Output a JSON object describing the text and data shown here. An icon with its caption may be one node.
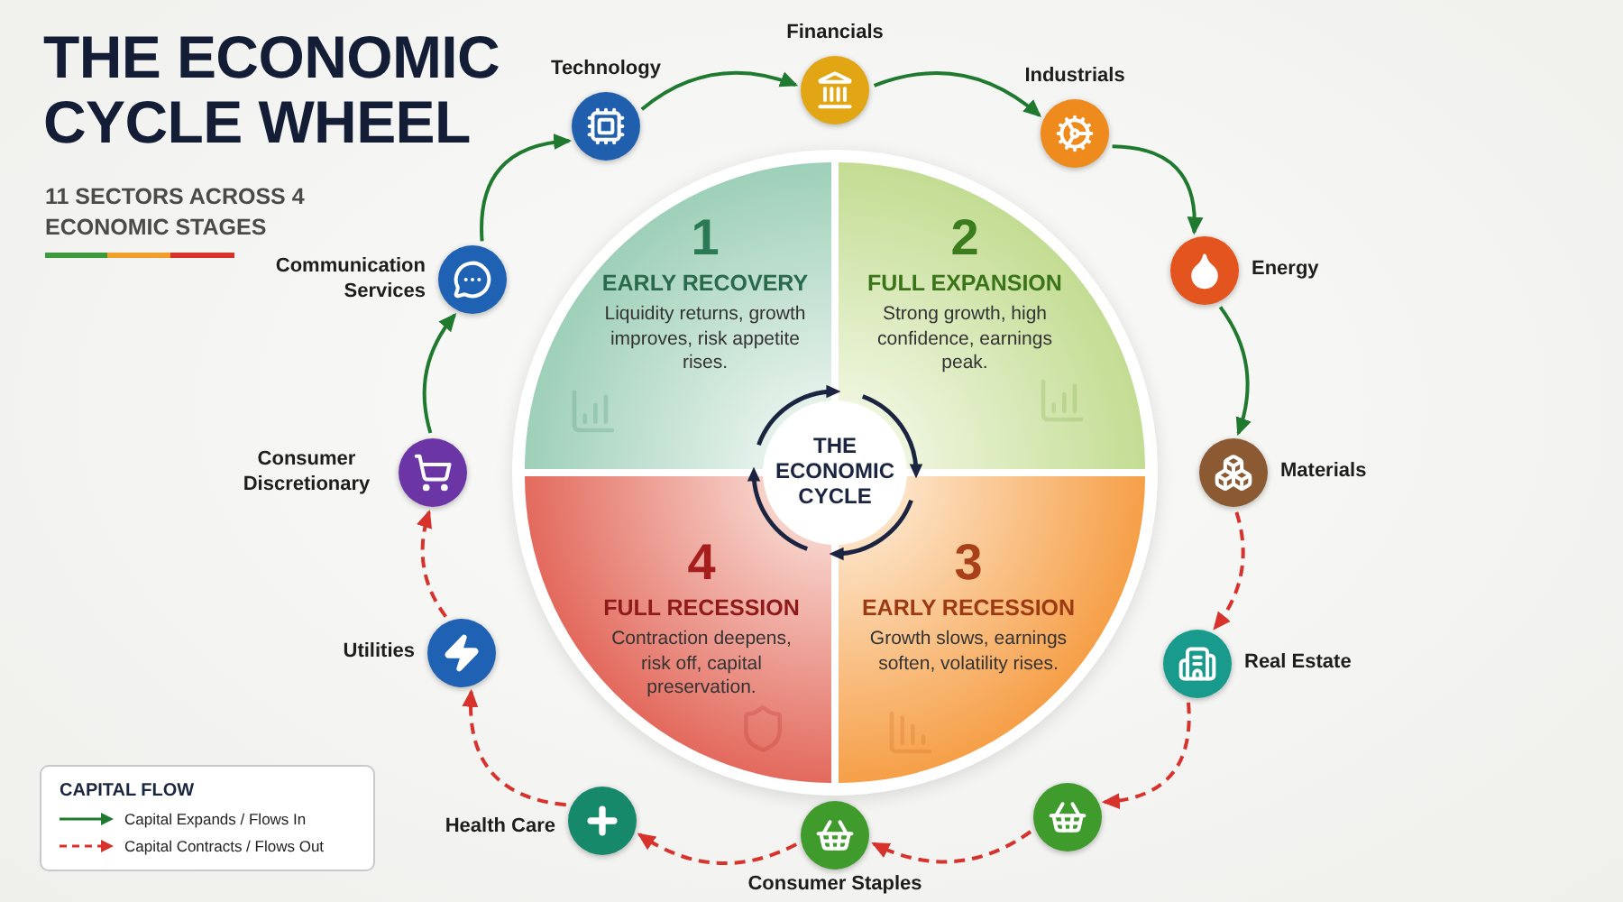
{
  "diagram": {
    "title": "THE ECONOMIC CYCLE WHEEL",
    "nodes": [
      {
        "text": [
          "1",
          "EARLY RECOVERY",
          "Liquidity returns, growth improves, risk appetite rises."
        ]
      },
      {
        "text": [
          "2",
          "FULL EXPANSION",
          "Strong growth, high confidence, earnings peak."
        ]
      },
      {
        "text": [
          "3",
          "EARLY RECESSION",
          "Growth slows, earnings soften, volatility rises."
        ]
      },
      {
        "text": [
          "4",
          "FULL RECESSION",
          "Contraction deepens, risk off, capital preservation."
        ]
      },
      {
        "text": [
          "THE ECONOMIC CYCLE"
        ]
      },
      {
        "text": [
          "Financials"
        ]
      },
      {
        "text": [
          "Industrials"
        ]
      },
      {
        "text": [
          "Energy"
        ]
      },
      {
        "text": [
          "Materials"
        ]
      },
      {
        "text": [
          "Real Estate"
        ]
      },
      {
        "text": [],
        "shape": "circle"
      },
      {
        "text": [
          "Consumer Staples"
        ]
      },
      {
        "text": [
          "Health Care"
        ]
      },
      {
        "text": [
          "Utilities"
        ]
      },
      {
        "text": [
          "Consumer Discretionary"
        ]
      },
      {
        "text": [
          "Communication Services"
        ]
      },
      {
        "text": [
          "Technology"
        ]
      }
    ],
    "edges": [
      {
        "from": 16,
        "to": 5,
        "arrow": "to"
      },
      {
        "from": 5,
        "to": 6,
        "arrow": "to"
      },
      {
        "from": 6,
        "to": 7,
        "arrow": "to"
      },
      {
        "from": 7,
        "to": 8,
        "arrow": "to"
      },
      {
        "from": 8,
        "to": 9,
        "arrow": "to",
        "style": "dashed",
        "color": "#d7322b"
      },
      {
        "from": 9,
        "to": 10,
        "arrow": "to",
        "style": "dashed",
        "color": "#d7322b"
      },
      {
        "from": 10,
        "to": 11,
        "arrow": "to",
        "style": "dashed",
        "color": "#d7322b"
      },
      {
        "from": 11,
        "to": 12,
        "arrow": "to",
        "style": "dashed",
        "color": "#d7322b"
      },
      {
        "from": 12,
        "to": 13,
        "arrow": "to",
        "style": "dashed",
        "color": "#d7322b"
      },
      {
        "from": 13,
        "to": 14,
        "arrow": "to",
        "style": "dashed",
        "color": "#d7322b"
      },
      {
        "from": 14,
        "to": 15,
        "arrow": "to"
      },
      {
        "from": 15,
        "to": 16,
        "arrow": "to"
      }
    ],
    "labels": [
      "11 SECTORS ACROSS 4 ECONOMIC STAGES",
      "CAPITAL FLOW"
    ],
    "legend": [
      {
        "text": "Capital Expands / Flows In"
      },
      {
        "text": "Capital Contracts / Flows Out"
      }
    ]
  }
}
